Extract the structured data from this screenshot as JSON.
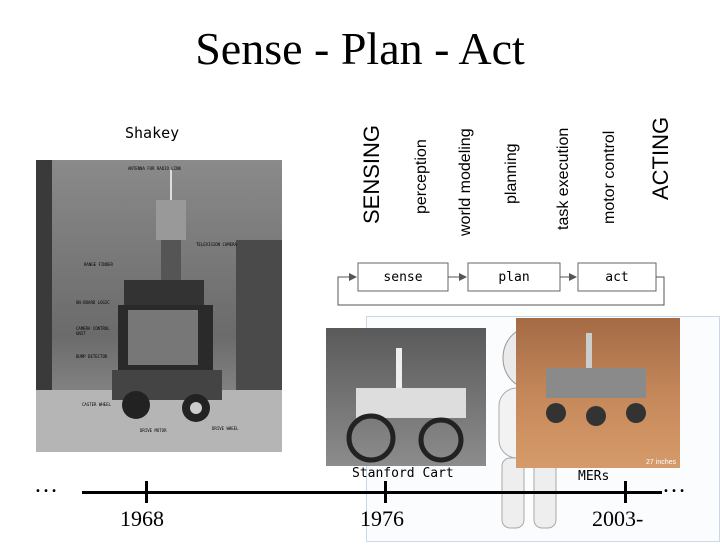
{
  "title": "Sense - Plan - Act",
  "shakey_label": "Shakey",
  "layers": [
    "SENSING",
    "perception",
    "world modeling",
    "planning",
    "task execution",
    "motor control",
    "ACTING"
  ],
  "loop": {
    "sense": "sense",
    "plan": "plan",
    "act": "act"
  },
  "captions": {
    "stanford_cart": "Stanford Cart",
    "mers": "MERs",
    "mers_scale": "27 inches"
  },
  "shakey_photo_labels": [
    "ANTENNA FOR RADIO LINK",
    "TELEVISION CAMERA",
    "RANGE FINDER",
    "ON-BOARD LOGIC",
    "CAMERA CONTROL UNIT",
    "BUMP DETECTOR",
    "CASTER WHEEL",
    "DRIVE MOTOR",
    "DRIVE WHEEL"
  ],
  "timeline": {
    "years": [
      "1968",
      "1976",
      "2003-"
    ],
    "ellipsis_left": "…",
    "ellipsis_right": "…"
  }
}
